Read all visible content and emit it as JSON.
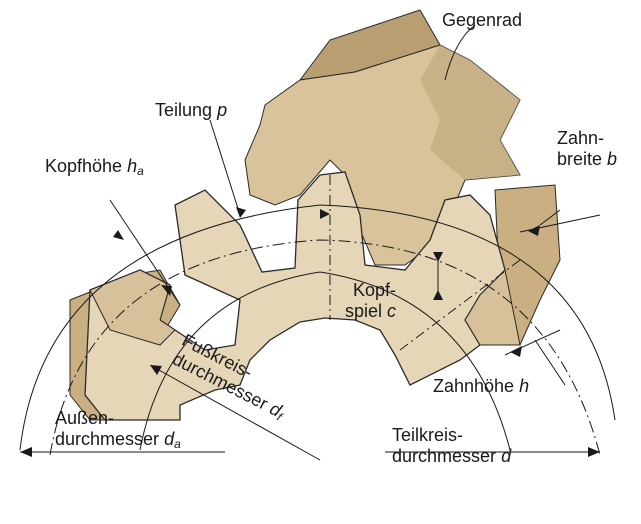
{
  "labels": {
    "gegenrad": "Gegenrad",
    "teilung": "Teilung",
    "teilung_var": "p",
    "kopfhoehe": "Kopfhöhe",
    "kopfhoehe_var": "h",
    "kopfhoehe_sub": "a",
    "zahnbreite_1": "Zahn-",
    "zahnbreite_2": "breite",
    "zahnbreite_var": "b",
    "kopfspiel_1": "Kopf-",
    "kopfspiel_2": "spiel",
    "kopfspiel_var": "c",
    "fusskreis_1": "Fußkreis-",
    "fusskreis_2": "durchmesser",
    "fusskreis_var": "d",
    "fusskreis_sub": "f",
    "aussen_1": "Außen-",
    "aussen_2": "durchmesser",
    "aussen_var": "d",
    "aussen_sub": "a",
    "zahnhoehe": "Zahnhöhe",
    "zahnhoehe_var": "h",
    "teilkreis_1": "Teilkreis-",
    "teilkreis_2": "durchmesser",
    "teilkreis_var": "d"
  },
  "colors": {
    "gear_face": "#e6d6b8",
    "gear_side": "#cdb489",
    "gear_dark": "#a88e62",
    "counter_gear": "#d8c39b",
    "counter_dark": "#b39a6c",
    "line": "#1a1a1a"
  }
}
